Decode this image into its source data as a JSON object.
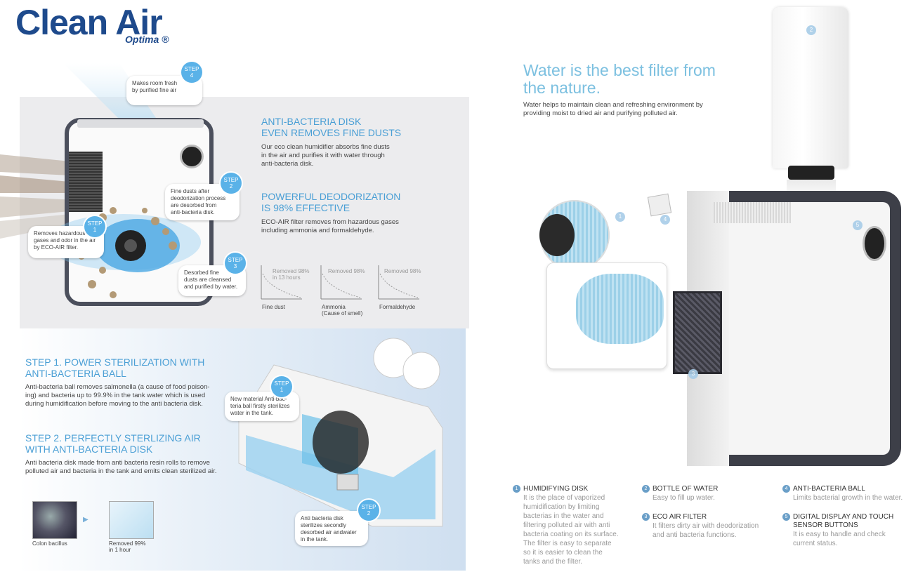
{
  "brand": {
    "name": "Clean Air",
    "sub": "Optima ®"
  },
  "top_section": {
    "heading1": [
      "ANTI-BACTERIA DISK",
      "EVEN REMOVES FINE DUSTS"
    ],
    "body1": [
      "Our eco clean humidifier absorbs fine dusts",
      "in the air and purifies it with water through",
      "anti-bacteria disk."
    ],
    "heading2": [
      "POWERFUL DEODORIZATION",
      "IS 98% EFFECTIVE"
    ],
    "body2": [
      "ECO-AIR filter removes from hazardous gases",
      "including ammonia and formaldehyde."
    ],
    "bubbles": [
      {
        "step": "STEP",
        "num": "4",
        "lines": [
          "Makes room fresh",
          "by purified fine air"
        ]
      },
      {
        "step": "STEP",
        "num": "2",
        "lines": [
          "Fine dusts after",
          "deodorization process",
          "are desorbed from",
          "anti-bacteria disk."
        ]
      },
      {
        "step": "STEP",
        "num": "1",
        "lines": [
          "Removes hazardous",
          "gases and odor in the air",
          "by ECO-AIR filter."
        ]
      },
      {
        "step": "STEP",
        "num": "3",
        "lines": [
          "Desorbed fine",
          "dusts are cleansed",
          "and purified by water."
        ]
      }
    ],
    "mini_charts": [
      {
        "caption": [
          "Removed 98%",
          "in 13 hours"
        ],
        "label": [
          "Fine dust"
        ]
      },
      {
        "caption": [
          "Removed 98%"
        ],
        "label": [
          "Ammonia",
          "(Cause of smell)"
        ]
      },
      {
        "caption": [
          "Removed 98%"
        ],
        "label": [
          "Formaldehyde"
        ]
      }
    ]
  },
  "bottom_section": {
    "heading1": [
      "STEP 1. POWER STERILIZATION WITH",
      "ANTI-BACTERIA BALL"
    ],
    "body1": [
      "Anti-bacteria ball removes salmonella (a cause of food poison-",
      "ing) and bacteria up to 99.9% in the tank water which is used",
      "during humidification before moving to the anti bacteria disk."
    ],
    "heading2": [
      "STEP 2. PERFECTLY STERLIZING AIR",
      "WITH ANTI-BACTERIA DISK"
    ],
    "body2": [
      "Anti bacteria disk made from anti bacteria resin rolls to remove",
      "polluted air and bacteria in the tank and emits clean sterilized air."
    ],
    "bubbles": [
      {
        "step": "STEP",
        "num": "1",
        "lines": [
          "New material Anti-bac-",
          "teria ball firstly sterilizes",
          "water in the tank."
        ]
      },
      {
        "step": "STEP",
        "num": "2",
        "lines": [
          "Anti bacteria disk",
          "sterilizes secondly",
          "desorbed air andwater",
          "in the tank."
        ]
      }
    ],
    "photo_captions": {
      "left": [
        "Colon bacillus"
      ],
      "right": [
        "Removed 99%",
        "in 1 hour"
      ]
    }
  },
  "right_section": {
    "title": [
      "Water is the best filter from",
      "the nature."
    ],
    "subtitle": [
      "Water helps to maintain clean and refreshing environment by",
      "providing moist to dried air and purifying polluted air."
    ],
    "markers": [
      "1",
      "2",
      "3",
      "4",
      "5"
    ],
    "features": [
      {
        "num": "1",
        "title": [
          "HUMIDIFYING DISK"
        ],
        "body": [
          "It is the place of vaporized",
          "humidification by limiting",
          "bacterias in the water and",
          "filtering polluted air with anti",
          "bacteria coating on its surface.",
          "The filter is easy to separate",
          "so it is easier to clean the",
          "tanks and the filter."
        ]
      },
      {
        "num": "2",
        "title": [
          "BOTTLE OF WATER"
        ],
        "body": [
          "Easy to fill up water."
        ]
      },
      {
        "num": "3",
        "title": [
          "ECO AIR FILTER"
        ],
        "body": [
          "It filters dirty air with deodorization",
          "and anti bacteria functions."
        ]
      },
      {
        "num": "4",
        "title": [
          "ANTI-BACTERIA BALL"
        ],
        "body": [
          "Limits bacterial growth in the water."
        ]
      },
      {
        "num": "5",
        "title": [
          "DIGITAL DISPLAY AND TOUCH",
          "SENSOR BUTTONS"
        ],
        "body": [
          "It is easy to handle and check",
          "current status."
        ]
      }
    ]
  }
}
